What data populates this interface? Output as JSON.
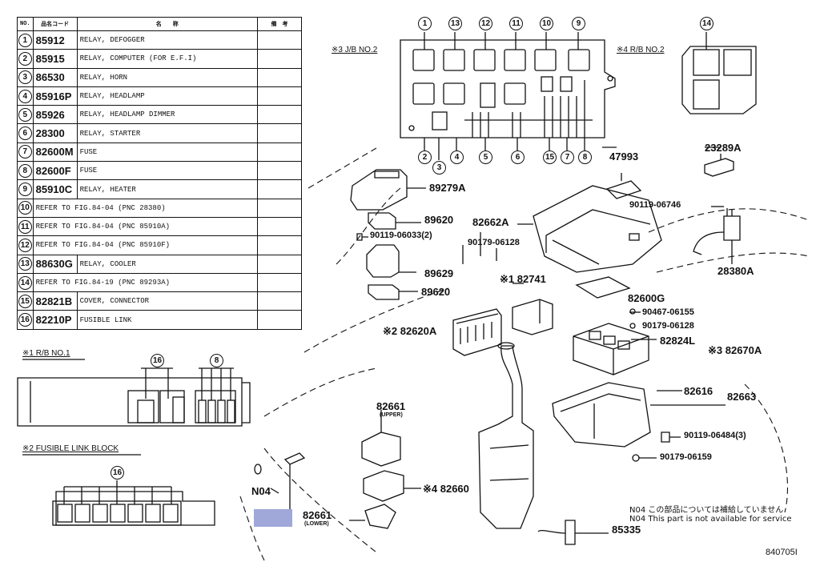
{
  "table": {
    "headers": [
      "NO.",
      "品名コード",
      "名　　称",
      "備　考"
    ],
    "rows": [
      {
        "no": "1",
        "code": "85912",
        "name": "RELAY, DEFOGGER"
      },
      {
        "no": "2",
        "code": "85915",
        "name": "RELAY, COMPUTER (FOR E.F.I)"
      },
      {
        "no": "3",
        "code": "86530",
        "name": "RELAY, HORN"
      },
      {
        "no": "4",
        "code": "85916P",
        "name": "RELAY, HEADLAMP"
      },
      {
        "no": "5",
        "code": "85926",
        "name": "RELAY, HEADLAMP DIMMER"
      },
      {
        "no": "6",
        "code": "28300",
        "name": "RELAY, STARTER"
      },
      {
        "no": "7",
        "code": "82600M",
        "name": "FUSE"
      },
      {
        "no": "8",
        "code": "82600F",
        "name": "FUSE"
      },
      {
        "no": "9",
        "code": "85910C",
        "name": "RELAY, HEATER"
      },
      {
        "no": "10",
        "code": "",
        "name": "REFER TO FIG.84-04 (PNC 28380)"
      },
      {
        "no": "11",
        "code": "",
        "name": "REFER TO FIG.84-04 (PNC 85910A)"
      },
      {
        "no": "12",
        "code": "",
        "name": "REFER TO FIG.84-04 (PNC 85910F)"
      },
      {
        "no": "13",
        "code": "88630G",
        "name": "RELAY, COOLER"
      },
      {
        "no": "14",
        "code": "",
        "name": "REFER TO FIG.84-19 (PNC 89293A)"
      },
      {
        "no": "15",
        "code": "82821B",
        "name": "COVER, CONNECTOR"
      },
      {
        "no": "16",
        "code": "82210P",
        "name": "FUSIBLE LINK"
      }
    ]
  },
  "sections": {
    "rb1": "※1 R/B NO.1",
    "fusible": "※2 FUSIBLE LINK BLOCK",
    "jb2": "※3 J/B NO.2",
    "rb2": "※4 R/B NO.2"
  },
  "callouts": {
    "jb_top": [
      "1",
      "13",
      "12",
      "11",
      "10",
      "9"
    ],
    "jb_bottom": [
      "2",
      "3",
      "4",
      "5",
      "6",
      "15",
      "7",
      "8"
    ],
    "rb2": "14",
    "rb1_a": "16",
    "rb1_b": "8",
    "fl": "16"
  },
  "parts": {
    "p47993": "47993",
    "p23289A": "23289A",
    "p89279A": "89279A",
    "p89620a": "89620",
    "p90119_06033": "90119-06033(2)",
    "p82662A": "82662A",
    "p90119_06746": "90119-06746",
    "p90179_06128a": "90179-06128",
    "p28380A": "28380A",
    "p89629": "89629",
    "p89620b": "89620",
    "p182741": "※1 82741",
    "p82620A": "※2 82620A",
    "p82600G": "82600G",
    "p90467_06155": "90467-06155",
    "p90179_06128b": "90179-06128",
    "p82824L": "82824L",
    "p82670A": "※3 82670A",
    "p82616": "82616",
    "p82663": "82663",
    "p82661u": "82661",
    "upper": "(UPPER)",
    "p90119_06484": "90119-06484(3)",
    "p90179_06159": "90179-06159",
    "n04": "N04",
    "p82660": "※4 82660",
    "p82661l": "82661",
    "lower": "(LOWER)",
    "p85335": "85335"
  },
  "notes": {
    "jp": "N04 この部品については補給していません",
    "en": "N04 This part is not available for service"
  },
  "figure_id": "840705I",
  "colors": {
    "highlight": "#9fa8d8",
    "ink": "#111111"
  }
}
